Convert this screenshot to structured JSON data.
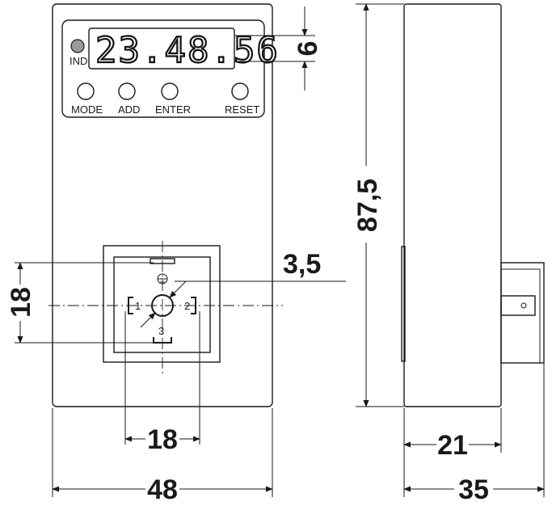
{
  "device": {
    "display_value": "23.48.56",
    "indicator_label": "IND",
    "buttons": [
      {
        "label": "MODE"
      },
      {
        "label": "ADD"
      },
      {
        "label": "ENTER"
      },
      {
        "label": "RESET"
      }
    ],
    "connector_pins": [
      "1",
      "2",
      "3"
    ]
  },
  "dimensions": {
    "display_height": "6",
    "connector_width": "18",
    "connector_height": "18",
    "pin_diameter": "3,5",
    "body_width": "48",
    "body_height": "87,5",
    "side_depth": "21",
    "total_depth": "35"
  },
  "colors": {
    "line": "#1a1a1a",
    "indicator_led": "#9a9a9a",
    "background": "#ffffff"
  }
}
